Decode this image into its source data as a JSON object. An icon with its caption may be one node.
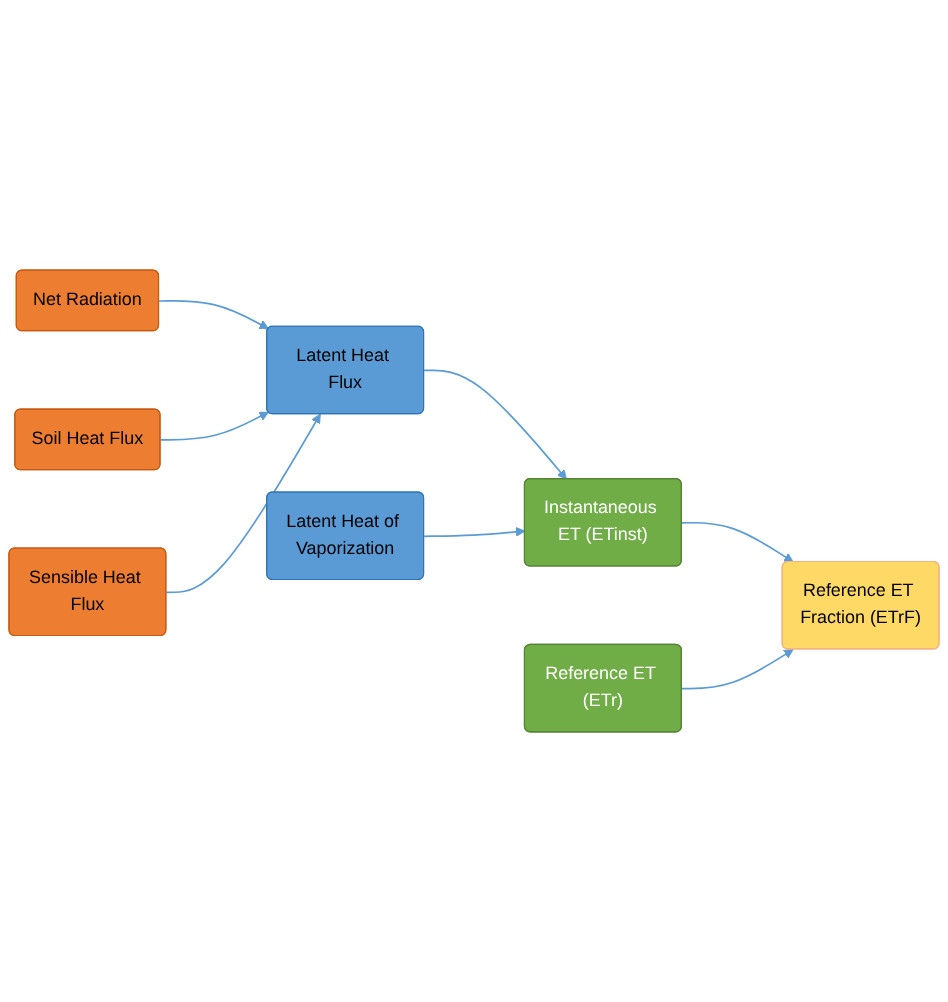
{
  "diagram": {
    "nodes": [
      {
        "text": [
          "Net Radiation"
        ]
      },
      {
        "text": [
          "Soil Heat Flux"
        ]
      },
      {
        "text": [
          "Sensible Heat Flux"
        ]
      },
      {
        "text": [
          "Latent Heat Flux"
        ]
      },
      {
        "text": [
          "Latent Heat of Vaporization"
        ]
      },
      {
        "text": [
          "Instantaneous ET (ETinst)"
        ]
      },
      {
        "text": [
          "Reference ET (ETr)"
        ]
      },
      {
        "text": [
          "Reference ET Fraction (ETrF)"
        ]
      }
    ],
    "edges": [
      {
        "from": 0,
        "to": 3,
        "arrow": "to"
      },
      {
        "from": 1,
        "to": 3,
        "arrow": "to"
      },
      {
        "from": 2,
        "to": 3,
        "arrow": "to"
      },
      {
        "from": 3,
        "to": 5,
        "arrow": "to"
      },
      {
        "from": 4,
        "to": 5,
        "arrow": "to"
      },
      {
        "from": 5,
        "to": 7,
        "arrow": "to"
      },
      {
        "from": 6,
        "to": 7,
        "arrow": "to"
      }
    ]
  }
}
